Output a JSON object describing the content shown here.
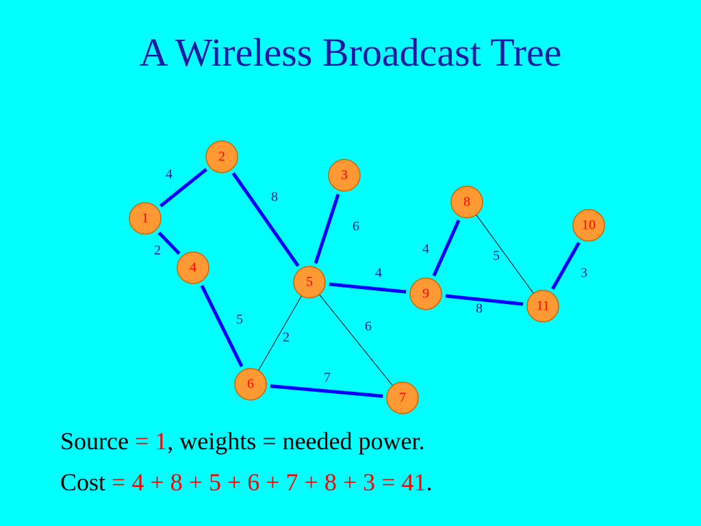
{
  "title": "A Wireless Broadcast Tree",
  "nodes": [
    {
      "id": "1",
      "label": "1"
    },
    {
      "id": "2",
      "label": "2"
    },
    {
      "id": "3",
      "label": "3"
    },
    {
      "id": "4",
      "label": "4"
    },
    {
      "id": "5",
      "label": "5"
    },
    {
      "id": "6",
      "label": "6"
    },
    {
      "id": "7",
      "label": "7"
    },
    {
      "id": "8",
      "label": "8"
    },
    {
      "id": "9",
      "label": "9"
    },
    {
      "id": "10",
      "label": "10"
    },
    {
      "id": "11",
      "label": "11"
    }
  ],
  "edges": [
    {
      "from": "1",
      "to": "2",
      "weight": "4",
      "in_tree": true
    },
    {
      "from": "1",
      "to": "4",
      "weight": "2",
      "in_tree": true
    },
    {
      "from": "2",
      "to": "5",
      "weight": "8",
      "in_tree": true
    },
    {
      "from": "3",
      "to": "5",
      "weight": "6",
      "in_tree": true
    },
    {
      "from": "4",
      "to": "6",
      "weight": "5",
      "in_tree": true
    },
    {
      "from": "5",
      "to": "6",
      "weight": "2",
      "in_tree": false
    },
    {
      "from": "5",
      "to": "7",
      "weight": "6",
      "in_tree": false
    },
    {
      "from": "5",
      "to": "9",
      "weight": "4",
      "in_tree": true
    },
    {
      "from": "6",
      "to": "7",
      "weight": "7",
      "in_tree": true
    },
    {
      "from": "8",
      "to": "9",
      "weight": "4",
      "in_tree": true
    },
    {
      "from": "8",
      "to": "11",
      "weight": "5",
      "in_tree": false
    },
    {
      "from": "9",
      "to": "11",
      "weight": "8",
      "in_tree": true
    },
    {
      "from": "10",
      "to": "11",
      "weight": "3",
      "in_tree": true
    }
  ],
  "line1": {
    "prefix": "Source ",
    "highlight": "= 1",
    "suffix": ", weights = needed power."
  },
  "line2": {
    "prefix": "Cost ",
    "highlight": "= 4 + 8 + 5 + 6 + 7 + 8 + 3 = 41",
    "suffix": "."
  },
  "colors": {
    "background": "#00ffff",
    "title": "#1a1aa6",
    "node_fill": "#ff9933",
    "node_label": "#ff0000",
    "tree_edge": "#0000ff",
    "other_edge": "#000000",
    "weight_label": "#1a1aa6",
    "highlight_text": "#ff0000"
  }
}
